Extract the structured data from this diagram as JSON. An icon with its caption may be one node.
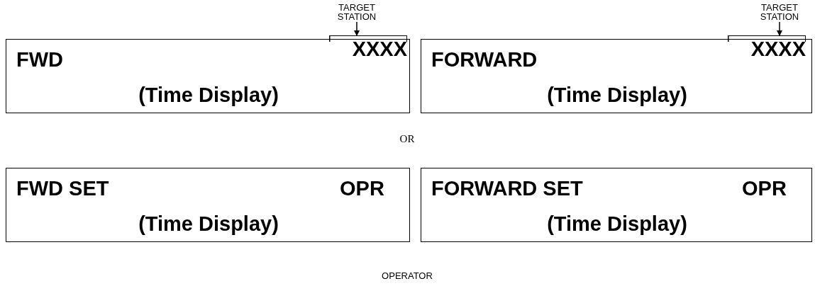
{
  "diagram": {
    "nodes": [
      {
        "text": [
          "TARGET STATION"
        ]
      },
      {
        "text": [
          "FWD",
          "(Time Display)"
        ]
      },
      {
        "text": [
          "XXXX"
        ],
        "in": 1
      },
      {
        "text": [
          "TARGET STATION"
        ]
      },
      {
        "text": [
          "FORWARD",
          "(Time Display)"
        ]
      },
      {
        "text": [
          "XXXX"
        ],
        "in": 4
      },
      {
        "text": [
          "FWD SET",
          "OPR",
          "(Time Display)"
        ]
      },
      {
        "text": [
          "FORWARD SET",
          "OPR",
          "(Time Display)"
        ]
      }
    ],
    "edges": [
      {
        "from": 0,
        "to": 2,
        "arrow": "to"
      },
      {
        "from": 3,
        "to": 5,
        "arrow": "to"
      }
    ],
    "labels": [
      "OR",
      "OPERATOR"
    ]
  }
}
